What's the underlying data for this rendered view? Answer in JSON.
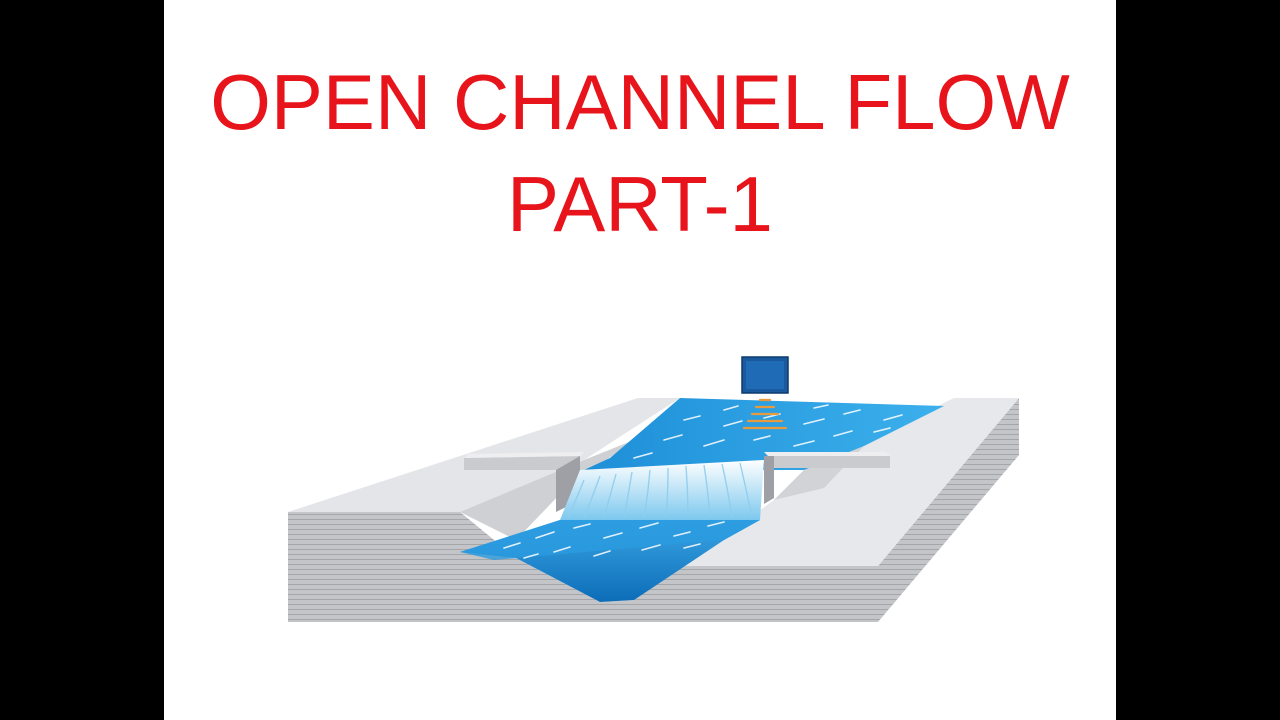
{
  "title": {
    "line1": "OPEN CHANNEL FLOW",
    "line2": "PART-1"
  },
  "colors": {
    "title": "#e8141b",
    "background": "#ffffff",
    "letterbox": "#000000",
    "water": "#1e90d6",
    "water_light": "#6cc6f2",
    "concrete_top": "#e9e9ec",
    "concrete_side": "#bfc0c4",
    "sensor": "#1a5a9c",
    "signal": "#e89a3c"
  },
  "icons": {
    "illustration": "open-channel-weir-with-ultrasonic-sensor"
  }
}
